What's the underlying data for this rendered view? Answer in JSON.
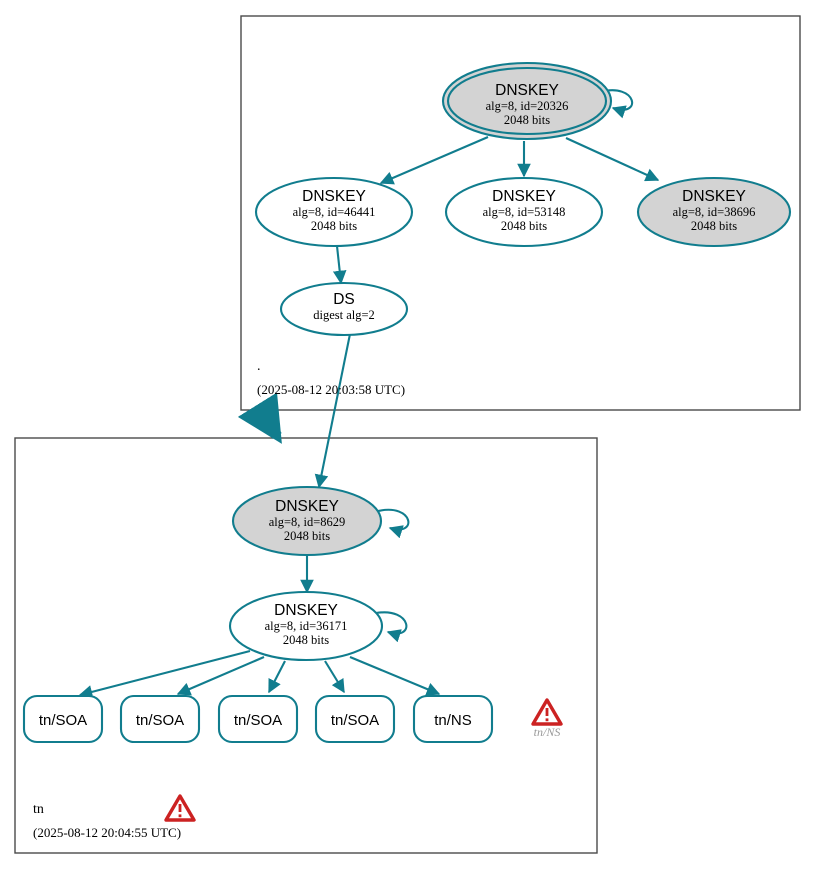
{
  "diagram": {
    "title": "DNSSEC authentication chain",
    "colors": {
      "edge": "#117d8e",
      "node_stroke": "#117d8e",
      "secure_fill": "#d3d3d3",
      "plain_fill": "#ffffff",
      "box_stroke": "#3f3f3f",
      "warning_red": "#cc2222",
      "warning_label": "#999999"
    },
    "zones": [
      {
        "id": "root-zone",
        "name": ".",
        "timestamp": "(2025-08-12 20:03:58 UTC)",
        "nodes": [
          {
            "id": "dnskey-20326",
            "type": "DNSKEY",
            "title": "DNSKEY",
            "line2": "alg=8, id=20326",
            "line3": "2048 bits",
            "shape": "double-ellipse",
            "fill": "secure",
            "self_signed": true
          },
          {
            "id": "dnskey-46441",
            "type": "DNSKEY",
            "title": "DNSKEY",
            "line2": "alg=8, id=46441",
            "line3": "2048 bits",
            "shape": "ellipse",
            "fill": "plain",
            "self_signed": false
          },
          {
            "id": "dnskey-53148",
            "type": "DNSKEY",
            "title": "DNSKEY",
            "line2": "alg=8, id=53148",
            "line3": "2048 bits",
            "shape": "ellipse",
            "fill": "plain",
            "self_signed": false
          },
          {
            "id": "dnskey-38696",
            "type": "DNSKEY",
            "title": "DNSKEY",
            "line2": "alg=8, id=38696",
            "line3": "2048 bits",
            "shape": "ellipse",
            "fill": "secure",
            "self_signed": false
          },
          {
            "id": "ds-node",
            "type": "DS",
            "title": "DS",
            "line2": "digest alg=2",
            "line3": "",
            "shape": "ellipse",
            "fill": "plain",
            "self_signed": false
          }
        ]
      },
      {
        "id": "tn-zone",
        "name": "tn",
        "timestamp": "(2025-08-12 20:04:55 UTC)",
        "has_warning": true,
        "nodes": [
          {
            "id": "dnskey-8629",
            "type": "DNSKEY",
            "title": "DNSKEY",
            "line2": "alg=8, id=8629",
            "line3": "2048 bits",
            "shape": "ellipse",
            "fill": "secure",
            "self_signed": true
          },
          {
            "id": "dnskey-36171",
            "type": "DNSKEY",
            "title": "DNSKEY",
            "line2": "alg=8, id=36171",
            "line3": "2048 bits",
            "shape": "ellipse",
            "fill": "plain",
            "self_signed": true
          }
        ],
        "rrsets": [
          {
            "id": "rr-soa-1",
            "label": "tn/SOA"
          },
          {
            "id": "rr-soa-2",
            "label": "tn/SOA"
          },
          {
            "id": "rr-soa-3",
            "label": "tn/SOA"
          },
          {
            "id": "rr-soa-4",
            "label": "tn/SOA"
          },
          {
            "id": "rr-ns-1",
            "label": "tn/NS"
          }
        ],
        "warnings": [
          {
            "id": "warn-tn-ns",
            "label": "tn/NS",
            "glyph": "!"
          }
        ]
      }
    ]
  }
}
